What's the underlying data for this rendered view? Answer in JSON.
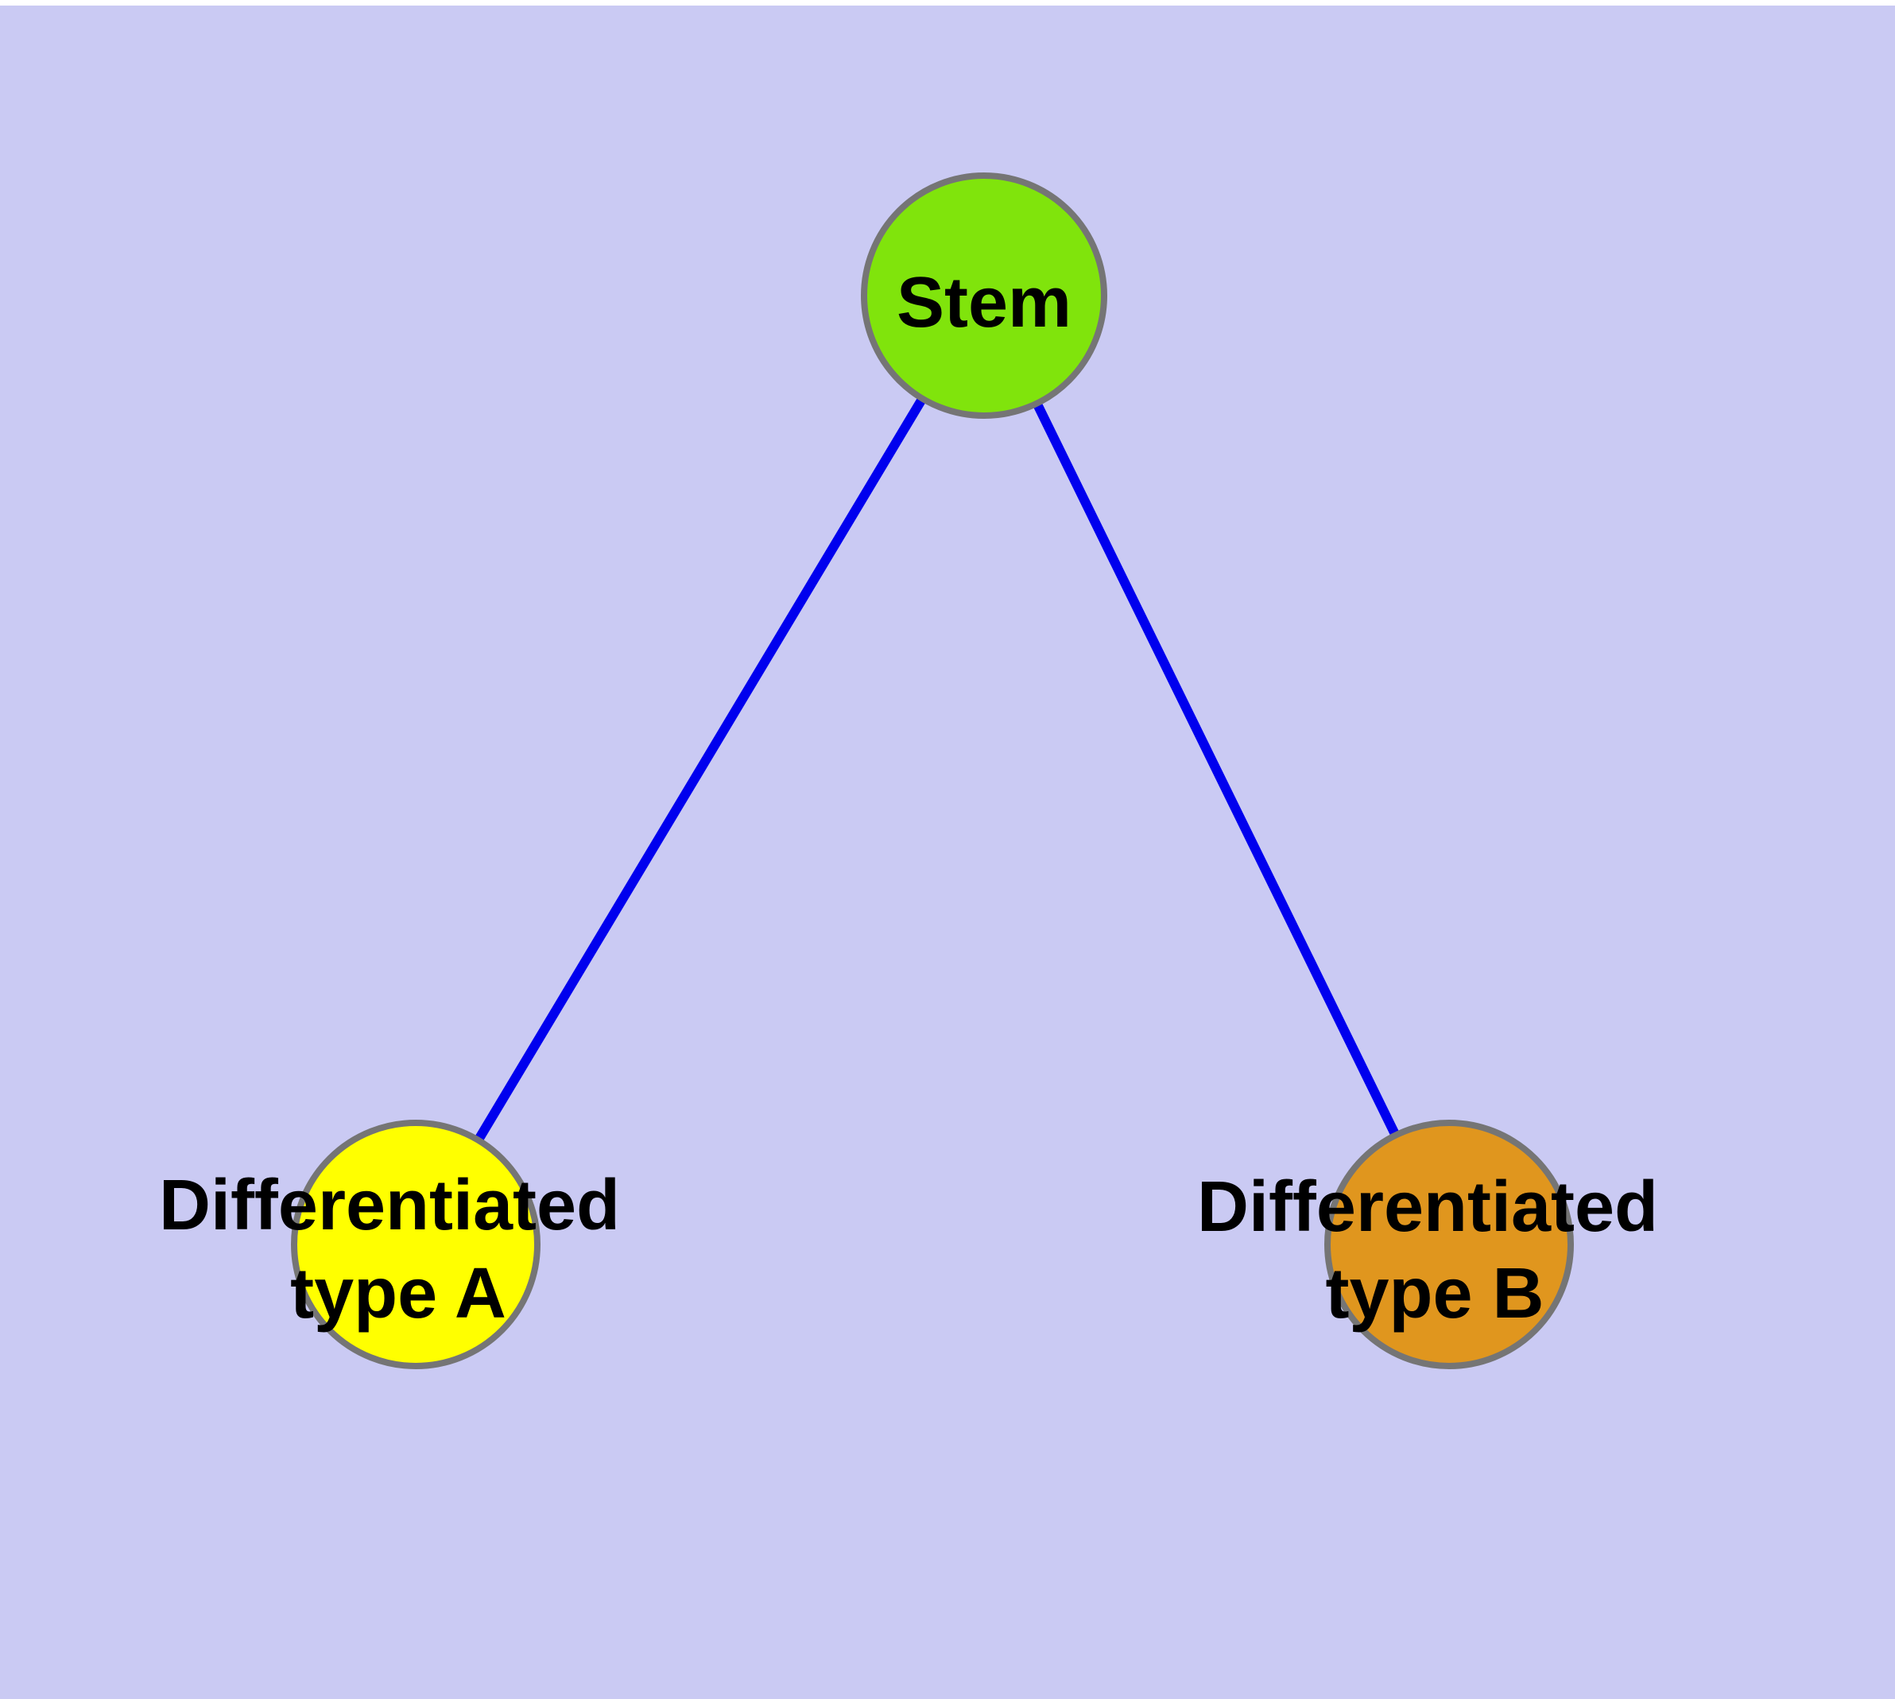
{
  "canvas": {
    "frame_color": "#ffffff",
    "background_color": "#cacaf3"
  },
  "colors": {
    "edge": "#0000ee",
    "node_border": "#757575",
    "label": "#000000"
  },
  "nodes": {
    "stem": {
      "label": "Stem",
      "fill": "#80e40c"
    },
    "type_a": {
      "label": "Differentiated type A",
      "line1": "Differentiated",
      "line2": "type A",
      "fill": "#ffff00"
    },
    "type_b": {
      "label": "Differentiated type B",
      "line1": "Differentiated",
      "line2": "type B",
      "fill": "#e0961e"
    }
  },
  "edges": [
    {
      "from": "Stem",
      "to": "Differentiated type A"
    },
    {
      "from": "Stem",
      "to": "Differentiated type B"
    }
  ]
}
